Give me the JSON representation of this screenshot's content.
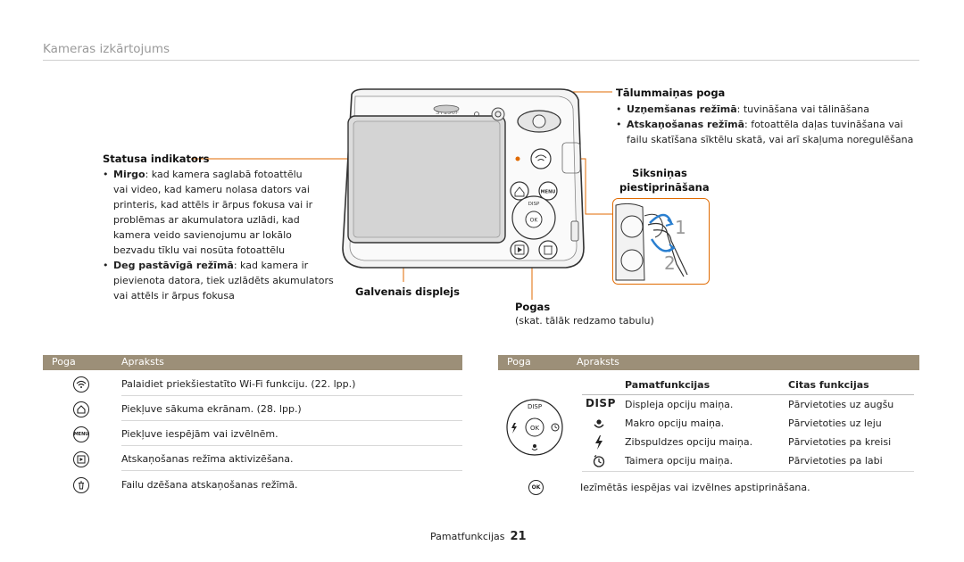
{
  "header": {
    "section_title": "Kameras izkārtojums"
  },
  "callouts": {
    "status_indicator": {
      "title": "Statusa indikators",
      "items": [
        {
          "term": "Mirgo",
          "lines": [
            ": kad kamera saglabā fotoattēlu",
            "vai video, kad kameru nolasa dators vai",
            "printeris, kad attēls ir ārpus fokusa vai ir",
            "problēmas ar akumulatora uzlādi, kad",
            "kamera veido savienojumu ar lokālo",
            "bezvadu tīklu vai nosūta fotoattēlu"
          ]
        },
        {
          "term": "Deg pastāvīgā režīmā",
          "lines": [
            ": kad kamera ir",
            "pievienota datora, tiek uzlādēts akumulators",
            "vai attēls ir ārpus fokusa"
          ]
        }
      ]
    },
    "main_display": {
      "title": "Galvenais displejs"
    },
    "zoom_button": {
      "title": "Tālummaiņas poga",
      "items": [
        {
          "term": "Uzņemšanas režīmā",
          "lines": [
            ": tuvināšana vai tālināšana"
          ]
        },
        {
          "term": "Atskaņošanas režīmā",
          "lines": [
            ": fotoattēla daļas tuvināšana vai",
            "failu skatīšana sīktēlu skatā, vai arī skaļuma noregulēšana"
          ]
        }
      ]
    },
    "strap": {
      "title_line1": "Siksniņas",
      "title_line2": "piestiprināšana",
      "step1": "1",
      "step2": "2"
    },
    "buttons": {
      "title": "Pogas",
      "subtitle": "(skat. tālāk redzamo tabulu)"
    }
  },
  "camera_labels": {
    "brand_text": "ST150F",
    "disp": "DISP",
    "ok": "OK",
    "menu": "MENU"
  },
  "left_table": {
    "headers": {
      "col1": "Poga",
      "col2": "Apraksts"
    },
    "rows": [
      {
        "icon": "wifi-icon",
        "text": "Palaidiet priekšiestatīto Wi-Fi funkciju. (22. lpp.)"
      },
      {
        "icon": "home-icon",
        "text": "Piekļuve sākuma ekrānam. (28. lpp.)"
      },
      {
        "icon": "menu-icon",
        "icon_text": "MENU",
        "text": "Piekļuve iespējām vai izvēlnēm."
      },
      {
        "icon": "playback-icon",
        "text": "Atskaņošanas režīma aktivizēšana."
      },
      {
        "icon": "trash-icon",
        "text": "Failu dzēšana atskaņošanas režīmā."
      }
    ]
  },
  "right_table": {
    "headers": {
      "col1": "Poga",
      "col2": "Apraksts"
    },
    "sub_headers": {
      "basic": "Pamatfunkcijas",
      "other": "Citas funkcijas"
    },
    "dial_labels": {
      "disp": "DISP",
      "ok": "OK"
    },
    "rows": [
      {
        "icon": "disp-icon",
        "icon_text": "DISP",
        "basic": "Displeja opciju maiņa.",
        "other": "Pārvietoties uz augšu"
      },
      {
        "icon": "macro-icon",
        "basic": "Makro opciju maiņa.",
        "other": "Pārvietoties uz leju"
      },
      {
        "icon": "flash-icon",
        "basic": "Zibspuldzes opciju maiņa.",
        "other": "Pārvietoties pa kreisi"
      },
      {
        "icon": "timer-icon",
        "basic": "Taimera opciju maiņa.",
        "other": "Pārvietoties pa labi"
      }
    ],
    "ok_row": {
      "icon": "ok-icon",
      "icon_text": "OK",
      "text": "Iezīmētās iespējas vai izvēlnes apstiprināšana."
    }
  },
  "footer": {
    "section": "Pamatfunkcijas",
    "page": "21"
  },
  "colors": {
    "accent": "#e06a00",
    "table_header": "#9c8f78",
    "title_gray": "#9a9a9a"
  }
}
